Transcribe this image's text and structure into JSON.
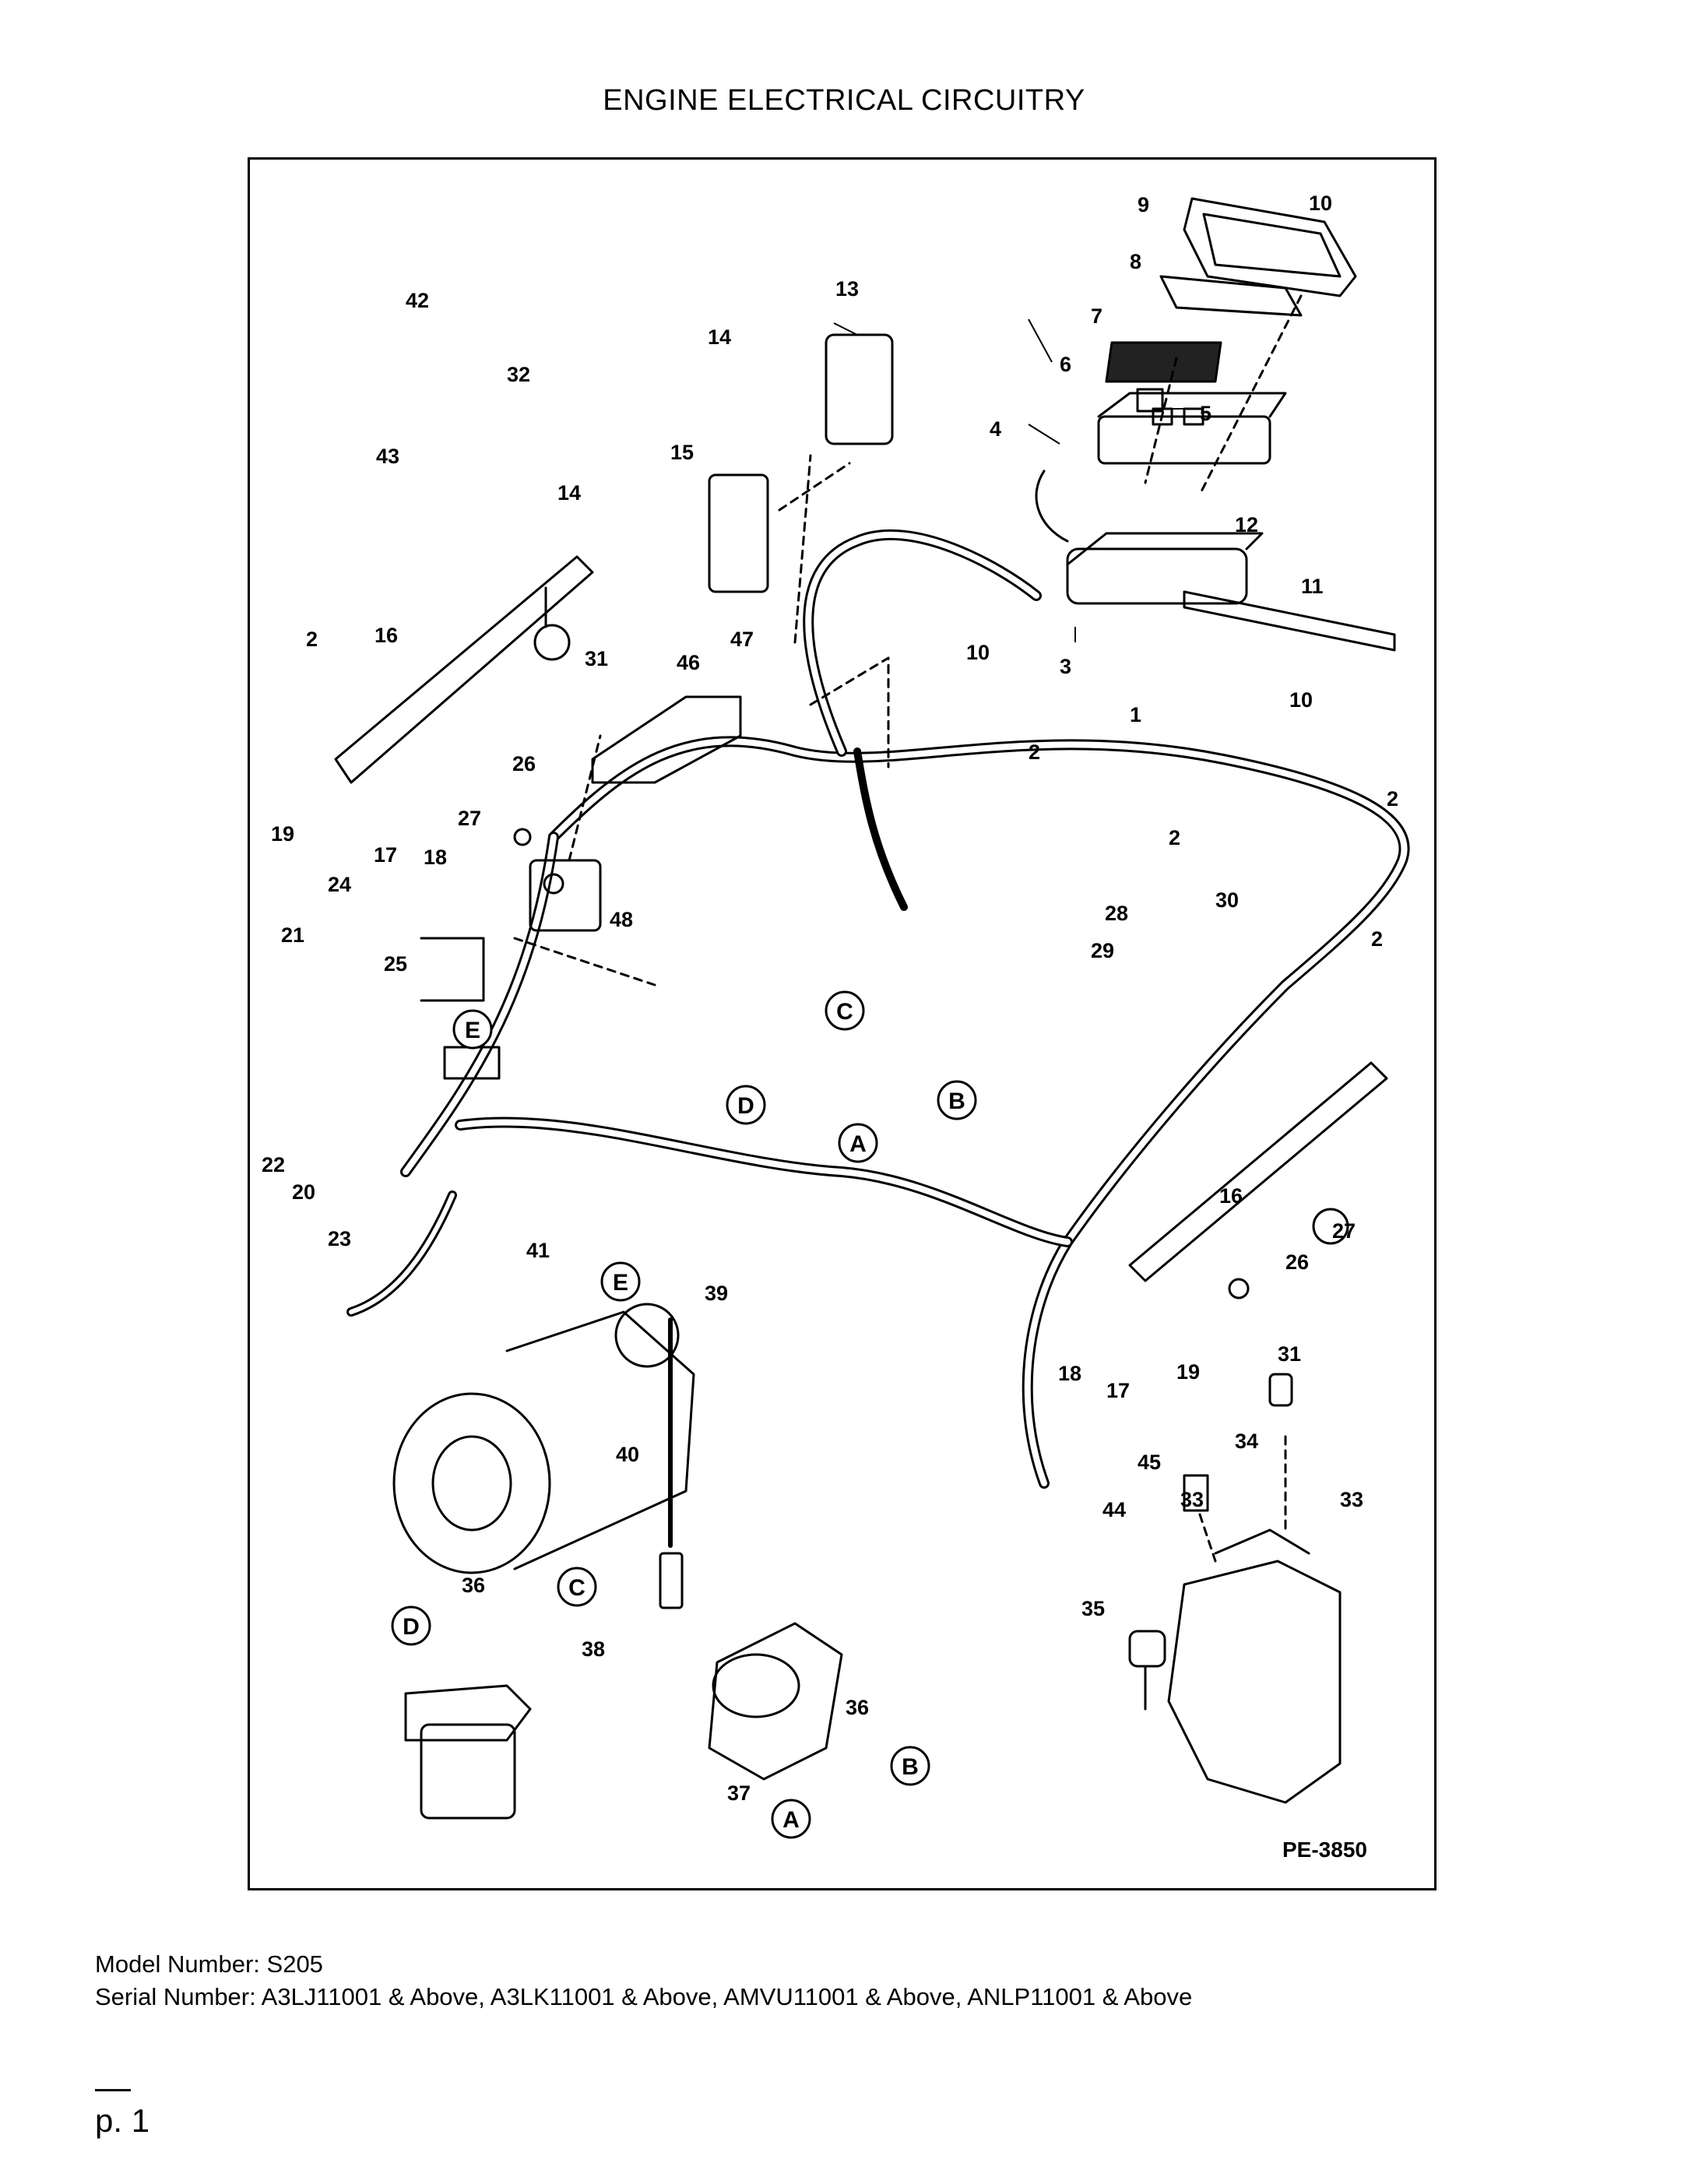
{
  "header": {
    "title": "ENGINE ELECTRICAL CIRCUITRY"
  },
  "diagram": {
    "code": "PE-3850",
    "callouts": [
      {
        "n": "1"
      },
      {
        "n": "2"
      },
      {
        "n": "2"
      },
      {
        "n": "2"
      },
      {
        "n": "2"
      },
      {
        "n": "2"
      },
      {
        "n": "3"
      },
      {
        "n": "4"
      },
      {
        "n": "5"
      },
      {
        "n": "6"
      },
      {
        "n": "7"
      },
      {
        "n": "8"
      },
      {
        "n": "9"
      },
      {
        "n": "10"
      },
      {
        "n": "10"
      },
      {
        "n": "10"
      },
      {
        "n": "11"
      },
      {
        "n": "12"
      },
      {
        "n": "13"
      },
      {
        "n": "14"
      },
      {
        "n": "14"
      },
      {
        "n": "15"
      },
      {
        "n": "16"
      },
      {
        "n": "16"
      },
      {
        "n": "17"
      },
      {
        "n": "17"
      },
      {
        "n": "18"
      },
      {
        "n": "18"
      },
      {
        "n": "19"
      },
      {
        "n": "19"
      },
      {
        "n": "20"
      },
      {
        "n": "21"
      },
      {
        "n": "22"
      },
      {
        "n": "23"
      },
      {
        "n": "24"
      },
      {
        "n": "25"
      },
      {
        "n": "26"
      },
      {
        "n": "26"
      },
      {
        "n": "27"
      },
      {
        "n": "27"
      },
      {
        "n": "28"
      },
      {
        "n": "29"
      },
      {
        "n": "30"
      },
      {
        "n": "31"
      },
      {
        "n": "31"
      },
      {
        "n": "32"
      },
      {
        "n": "33"
      },
      {
        "n": "33"
      },
      {
        "n": "34"
      },
      {
        "n": "35"
      },
      {
        "n": "36"
      },
      {
        "n": "36"
      },
      {
        "n": "37"
      },
      {
        "n": "38"
      },
      {
        "n": "39"
      },
      {
        "n": "40"
      },
      {
        "n": "41"
      },
      {
        "n": "42"
      },
      {
        "n": "43"
      },
      {
        "n": "44"
      },
      {
        "n": "45"
      },
      {
        "n": "46"
      },
      {
        "n": "47"
      },
      {
        "n": "48"
      }
    ],
    "connectors": [
      "E",
      "C",
      "D",
      "B",
      "A",
      "E",
      "C",
      "D",
      "B",
      "A"
    ]
  },
  "footer": {
    "model": "Model Number: S205",
    "serial": "Serial Number: A3LJ11001 & Above, A3LK11001 & Above, AMVU11001 & Above, ANLP11001 & Above"
  },
  "page": {
    "number": "p. 1"
  }
}
